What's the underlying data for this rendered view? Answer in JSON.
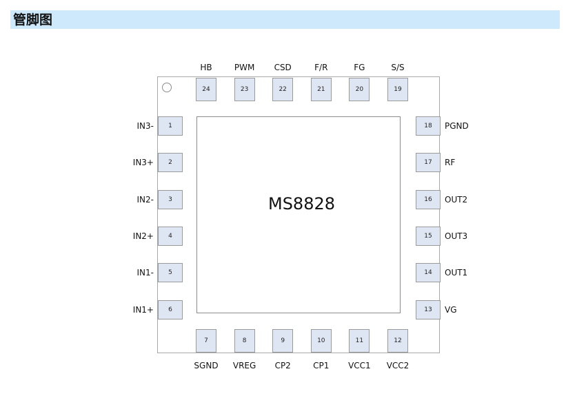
{
  "section": {
    "title": "管脚图"
  },
  "chip": {
    "name": "MS8828"
  },
  "pins": {
    "left": [
      {
        "num": "1",
        "label": "IN3-"
      },
      {
        "num": "2",
        "label": "IN3+"
      },
      {
        "num": "3",
        "label": "IN2-"
      },
      {
        "num": "4",
        "label": "IN2+"
      },
      {
        "num": "5",
        "label": "IN1-"
      },
      {
        "num": "6",
        "label": "IN1+"
      }
    ],
    "bottom": [
      {
        "num": "7",
        "label": "SGND"
      },
      {
        "num": "8",
        "label": "VREG"
      },
      {
        "num": "9",
        "label": "CP2"
      },
      {
        "num": "10",
        "label": "CP1"
      },
      {
        "num": "11",
        "label": "VCC1"
      },
      {
        "num": "12",
        "label": "VCC2"
      }
    ],
    "right": [
      {
        "num": "18",
        "label": "PGND"
      },
      {
        "num": "17",
        "label": "RF"
      },
      {
        "num": "16",
        "label": "OUT2"
      },
      {
        "num": "15",
        "label": "OUT3"
      },
      {
        "num": "14",
        "label": "OUT1"
      },
      {
        "num": "13",
        "label": "VG"
      }
    ],
    "top": [
      {
        "num": "24",
        "label": "HB"
      },
      {
        "num": "23",
        "label": "PWM"
      },
      {
        "num": "22",
        "label": "CSD"
      },
      {
        "num": "21",
        "label": "F/R"
      },
      {
        "num": "20",
        "label": "FG"
      },
      {
        "num": "19",
        "label": "S/S"
      }
    ]
  }
}
